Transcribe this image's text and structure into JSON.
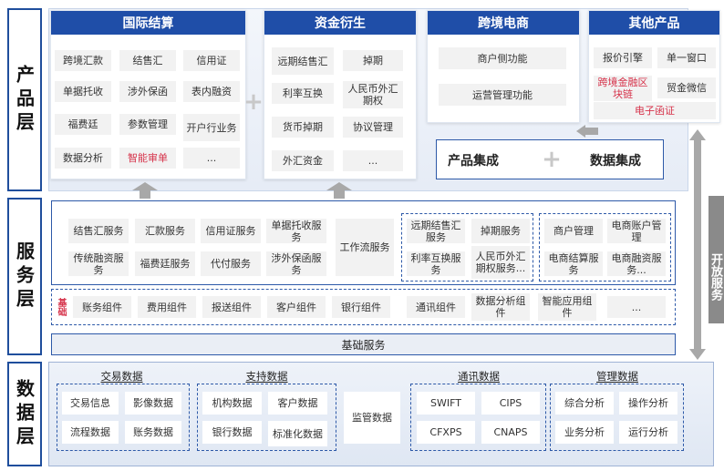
{
  "layers": {
    "product": "产品层",
    "service": "服务层",
    "data": "数据层"
  },
  "product": {
    "intl": {
      "title": "国际结算",
      "items": [
        "跨境汇款",
        "结售汇",
        "信用证",
        "单据托收",
        "涉外保函",
        "表内融资",
        "福费廷",
        "参数管理",
        "开户行业务",
        "数据分析",
        "智能审单",
        "..."
      ]
    },
    "deriv": {
      "title": "资金衍生",
      "items": [
        "远期结售汇",
        "掉期",
        "利率互换",
        "人民币外汇期权",
        "货币掉期",
        "协议管理",
        "外汇资金",
        "..."
      ]
    },
    "ecom": {
      "title": "跨境电商",
      "items": [
        "商户侧功能",
        "运营管理功能"
      ]
    },
    "other": {
      "title": "其他产品",
      "items": [
        "报价引擎",
        "单一窗口",
        "跨境金融区块链",
        "贸金微信",
        "电子函证"
      ]
    },
    "integration": {
      "product": "产品集成",
      "data": "数据集成"
    }
  },
  "open_service": "开放服务",
  "service": {
    "left": [
      "结售汇服务",
      "汇款服务",
      "信用证服务",
      "单据托收服务",
      "传统融资服务",
      "福费廷服务",
      "代付服务",
      "涉外保函服务"
    ],
    "workflow": "工作流服务",
    "deriv": [
      "远期结售汇服务",
      "掉期服务",
      "利率互换服务",
      "人民币外汇期权服务..."
    ],
    "merchant": [
      "商户管理",
      "电商账户管理",
      "电商结算服务",
      "电商融资服务..."
    ],
    "component_label": "基础",
    "components": [
      "账务组件",
      "费用组件",
      "报送组件",
      "客户组件",
      "银行组件",
      "通讯组件",
      "数据分析组件",
      "智能应用组件",
      "..."
    ],
    "basic": "基础服务"
  },
  "data": {
    "trade": {
      "title": "交易数据",
      "items": [
        "交易信息",
        "影像数据",
        "流程数据",
        "账务数据"
      ]
    },
    "support": {
      "title": "支持数据",
      "items": [
        "机构数据",
        "客户数据",
        "银行数据",
        "标准化数据"
      ]
    },
    "regulatory": "监管数据",
    "comm": {
      "title": "通讯数据",
      "items": [
        "SWIFT",
        "CIPS",
        "CFXPS",
        "CNAPS"
      ]
    },
    "mgmt": {
      "title": "管理数据",
      "items": [
        "综合分析",
        "操作分析",
        "业务分析",
        "运行分析"
      ]
    }
  }
}
